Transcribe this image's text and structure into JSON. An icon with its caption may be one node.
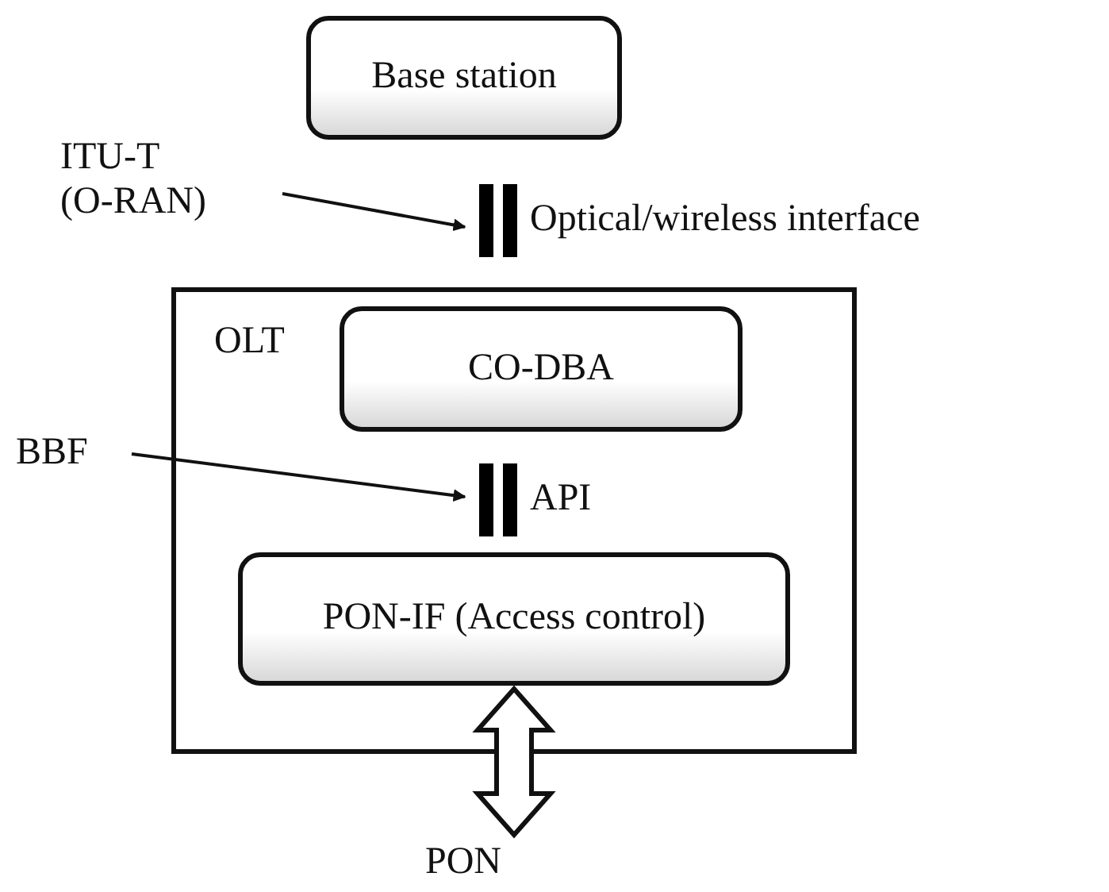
{
  "diagram": {
    "nodes": [
      {
        "text": [
          "Base station"
        ]
      },
      {
        "text": [
          "ITU-T (O-RAN)"
        ]
      },
      {
        "text": [],
        "shape": "bar",
        "beside": [
          "Optical/wireless interface"
        ]
      },
      {
        "text": [
          "OLT"
        ]
      },
      {
        "text": [
          "CO-DBA"
        ],
        "in": 3
      },
      {
        "text": [
          "BBF"
        ]
      },
      {
        "text": [],
        "shape": "bar",
        "in": 3,
        "beside": [
          "API"
        ]
      },
      {
        "text": [
          "PON-IF (Access control)"
        ],
        "in": 3
      },
      {
        "text": [
          "PON"
        ]
      }
    ],
    "edges": [
      {
        "from": 1,
        "to": 2,
        "arrow": "to"
      },
      {
        "from": 5,
        "to": 6,
        "arrow": "to"
      },
      {
        "from": 7,
        "to": 8,
        "arrow": "both",
        "style": "thick"
      }
    ]
  }
}
